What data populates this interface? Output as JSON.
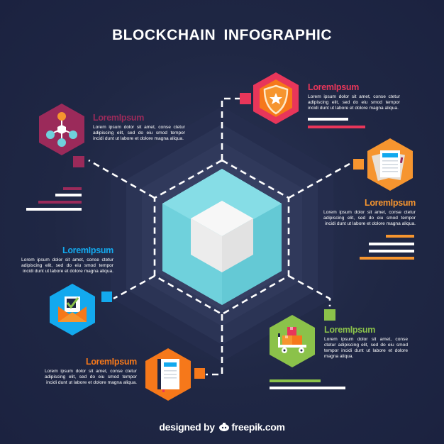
{
  "title": "BLOCKCHAIN INFOGRAPHIC",
  "colors": {
    "background": "#1f2744",
    "center_hex": "#6fd1dc",
    "cube": "#f0f0f0",
    "dash": "#ffffff",
    "maroon": "#9b2a5a",
    "red": "#e8365a",
    "light_orange": "#f6952f",
    "blue": "#13a9ee",
    "green": "#8bc24a",
    "orange": "#f6781a"
  },
  "items": [
    {
      "id": "network",
      "heading": "LoremIpsum",
      "body": "Lorem ipsum dolor sit amet, conse ctetur adipiscing elit, sed do eiu smod tempor incidi dunt ut labore et dolore magna aliqua.",
      "icon": "network-nodes-icon",
      "color": "#9b2a5a"
    },
    {
      "id": "security",
      "heading": "LoremIpsum",
      "body": "Lorem ipsum dolor sit amet, conse ctetur adipiscing elit, sed do eiu smod tempor incidi dunt ut labore et dolore magna aliqua.",
      "icon": "shield-star-icon",
      "color": "#e8365a"
    },
    {
      "id": "documents",
      "heading": "LoremIpsum",
      "body": "Lorem ipsum dolor sit amet, conse ctetur adipiscing elit, sed do eiu smod tempor incidi dunt ut labore et dolore magna aliqua.",
      "icon": "documents-icon",
      "color": "#f6952f"
    },
    {
      "id": "mail",
      "heading": "LoremIpsum",
      "body": "Lorem ipsum dolor sit amet, conse ctetur adipiscing elit, sed do eiu smod tempor incidi dunt ut labore et dolore magna aliqua.",
      "icon": "envelope-check-icon",
      "color": "#13a9ee"
    },
    {
      "id": "delivery",
      "heading": "LoremIpsum",
      "body": "Lorem ipsum dolor sit amet, conse ctetur adipiscing elit, sed do eiu smod tempor incidi dunt ut labore et dolore magna aliqua.",
      "icon": "cart-boxes-icon",
      "color": "#8bc24a"
    },
    {
      "id": "book",
      "heading": "LoremIpsum",
      "body": "Lorem ipsum dolor sit amet, conse ctetur adipiscing elit, sed do eiu smod tempor incidi dunt ut labore et dolore magna aliqua.",
      "icon": "book-icon",
      "color": "#f6781a"
    }
  ],
  "center_icon": "cube-icon",
  "footer": {
    "prefix": "designed by",
    "logo": "freepik-logo-icon",
    "brand": "freepik.com"
  }
}
